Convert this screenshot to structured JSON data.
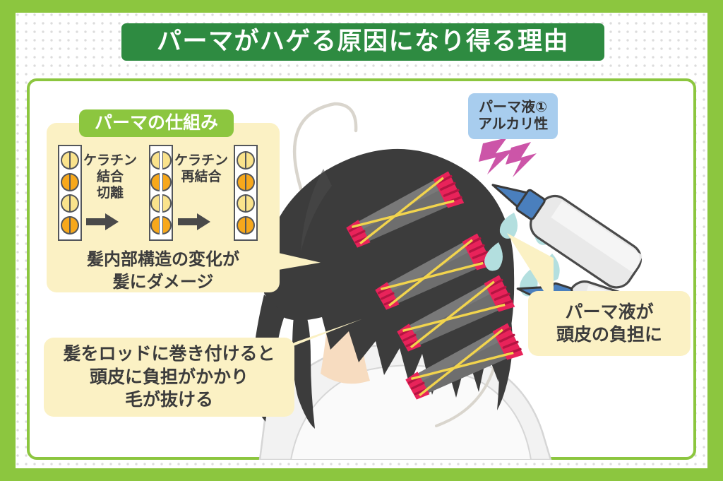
{
  "title": {
    "text": "パーマがハゲる原因になり得る理由",
    "banner_color": "#2e8b41",
    "text_color": "#ffffff"
  },
  "theme": {
    "outer_border": "#8cc63f",
    "dot_background": "#ffffff",
    "dot_color": "#dcdcdc",
    "card_background": "#ffffff",
    "card_border": "#8cc63f",
    "callout_background": "#fbf1c4",
    "badge_green": "#8cc63f",
    "badge_blue": "#a8cdee",
    "text_dark": "#3c3c3c"
  },
  "mechanism_panel": {
    "badge_label": "パーマの仕組み",
    "steps": [
      {
        "label_lines": [
          "ケラチン",
          "結合",
          "切離"
        ],
        "arrow": "right-arrow-icon"
      },
      {
        "label_lines": [
          "ケラチン",
          "再結合"
        ],
        "arrow": "right-arrow-icon"
      }
    ],
    "keratin_columns": [
      {
        "state": "bonded",
        "beads": [
          "light",
          "dark",
          "light",
          "dark"
        ]
      },
      {
        "state": "separated",
        "beads": [
          "light",
          "dark",
          "light",
          "dark"
        ]
      },
      {
        "state": "rebonded",
        "beads": [
          "light",
          "dark",
          "light",
          "dark"
        ]
      }
    ],
    "bead_colors": {
      "light": "#fae38c",
      "dark": "#f7a81b",
      "outline": "#53565a"
    },
    "caption_lines": [
      "髪内部構造の変化が",
      "髪にダメージ"
    ]
  },
  "rod_callout": {
    "lines": [
      "髪をロッドに巻き付けると",
      "頭皮に負担がかかり",
      "毛が抜ける"
    ]
  },
  "lotion_callout": {
    "lines": [
      "パーマ液が",
      "頭皮の負担に"
    ]
  },
  "alkaline_badge": {
    "lines": [
      "パーマ液①",
      "アルカリ性"
    ]
  },
  "illustration": {
    "subject": "head-with-perm-rods",
    "hair_color": "#3c3c3c",
    "rod_body_color": "#6e6e6e",
    "rod_cap_color": "#e8235a",
    "rod_band_color": "#f2d44d",
    "rod_count": 4,
    "skin_color": "#f5d4b4",
    "body_color": "#f0f0f0",
    "bottle": {
      "name": "perm-solution-bottle",
      "count": 2,
      "body_color": "#e8e8e8",
      "nozzle_color": "#4a7fbd"
    },
    "effects": {
      "pain_mark_color": "#cc55a8",
      "pain_mark_count": 2,
      "droplet_color": "#b3dfdf",
      "droplet_count": 5
    }
  }
}
